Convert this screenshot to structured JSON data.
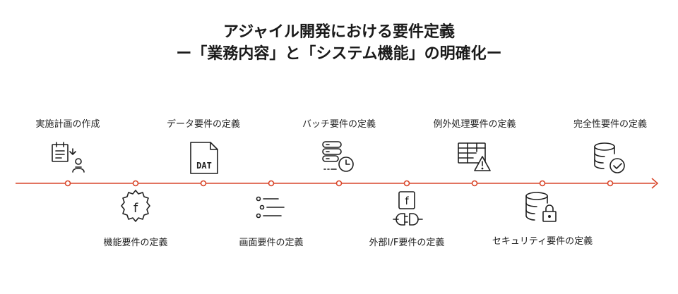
{
  "title": {
    "line1": "アジャイル開発における要件定義",
    "line2": "ー「業務内容」と「システム機能」の明確化ー"
  },
  "colors": {
    "accent": "#d9472b",
    "icon": "#1f1f1f",
    "text": "#222222"
  },
  "top_steps": [
    {
      "label": "実施計画の作成",
      "icon": "plan-icon"
    },
    {
      "label": "データ要件の定義",
      "icon": "dat-file-icon"
    },
    {
      "label": "バッチ要件の定義",
      "icon": "server-clock-icon"
    },
    {
      "label": "例外処理要件の定義",
      "icon": "table-warning-icon"
    },
    {
      "label": "完全性要件の定義",
      "icon": "database-check-icon"
    }
  ],
  "bottom_steps": [
    {
      "label": "機能要件の定義",
      "icon": "function-gear-icon"
    },
    {
      "label": "画面要件の定義",
      "icon": "list-icon"
    },
    {
      "label": "外部I/F要件の定義",
      "icon": "function-plug-icon"
    },
    {
      "label": "セキュリティ要件の定義",
      "icon": "database-lock-icon"
    }
  ],
  "icon_text": {
    "dat": "DAT",
    "f": "f"
  }
}
